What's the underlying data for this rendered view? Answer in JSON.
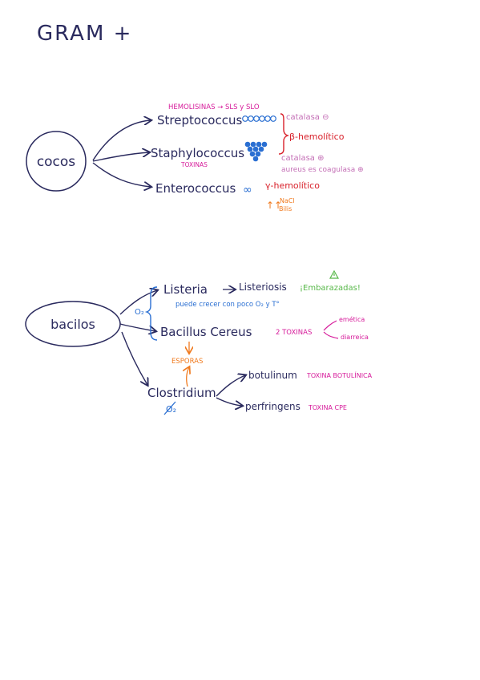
{
  "title": "GRAM +",
  "cocos": {
    "label": "cocos",
    "hemolisinas": "HEMOLISINAS → SLS y SLO",
    "streptococcus": "Streptococcus",
    "staphylococcus": "Staphylococcus",
    "toxinas": "TOXINAS",
    "enterococcus": "Enterococcus",
    "enterococcus_symbol": "∞",
    "catalasa_neg": "catalasa ⊖",
    "beta_hemolitico": "β-hemolítico",
    "catalasa_pos": "catalasa ⊕",
    "aureus": "aureus es coagulasa ⊕",
    "gamma_hemolitico": "γ-hemolítico",
    "arrows_up": "↑↑",
    "nacl": "NaCl",
    "bilis": "Bilis"
  },
  "bacilos": {
    "label": "bacilos",
    "warning_icon": "warning-triangle-icon",
    "listeria": "Listeria",
    "listeriosis": "Listeriosis",
    "embarazadas": "¡Embarazadas!",
    "puede_crecer": "puede crecer con poco O₂ y T°",
    "o2": "O₂",
    "bacillus_cereus": "Bacillus Cereus",
    "dos_toxinas": "2 TOXINAS",
    "emetica": "emética",
    "diarreica": "diarreica",
    "esporas": "ESPORAS",
    "clostridium": "Clostridium",
    "no_o2": "O₂",
    "botulinum": "botulinum",
    "toxina_botulinica": "TOXINA BOTULÍNICA",
    "perfringens": "perfringens",
    "toxina_cpe": "TOXINA CPE"
  },
  "colors": {
    "navy": "#2a2a5e",
    "magenta": "#d61a9a",
    "red": "#d8202a",
    "light_pink": "#c46fb6",
    "blue": "#2a6fd2",
    "orange": "#f07a1e",
    "green": "#58b84a"
  }
}
